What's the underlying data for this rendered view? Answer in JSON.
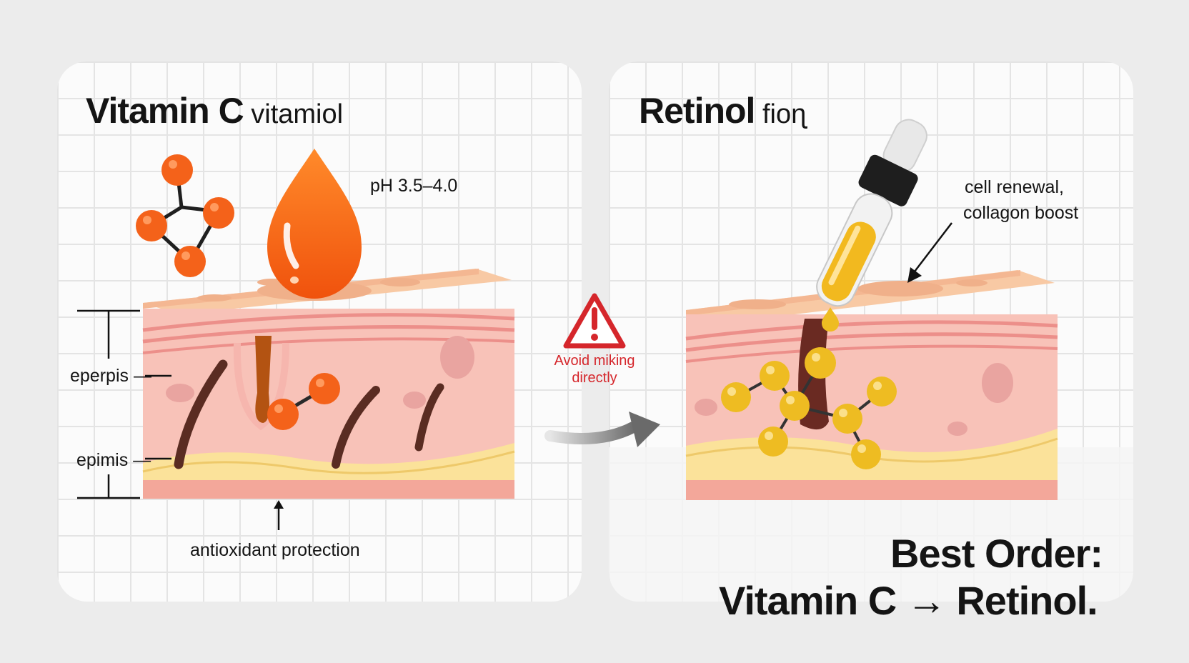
{
  "vitamin_c": {
    "title": "Vitamin C",
    "title_suffix": " vitamiol",
    "ph_label": "pH 3.5–4.0",
    "layer_label_top": "eperpis —",
    "layer_label_bottom": "epimis —",
    "benefit": "antioxidant protection",
    "color": "#f4621a"
  },
  "retinol": {
    "title": "Retinol",
    "title_suffix": " fioɳ",
    "benefit_line1": "cell renewal,",
    "benefit_line2": "collagon boost",
    "color": "#eebc22"
  },
  "warning": {
    "line1": "Avoid miking",
    "line2": "directly",
    "color": "#d5262b"
  },
  "best_order": {
    "line1": "Best Order:",
    "line2": "Vitamin C → Retinol."
  },
  "icons": [
    "molecule-icon",
    "serum-drop-icon",
    "dropper-icon",
    "warning-triangle-icon",
    "curved-arrow-icon"
  ]
}
